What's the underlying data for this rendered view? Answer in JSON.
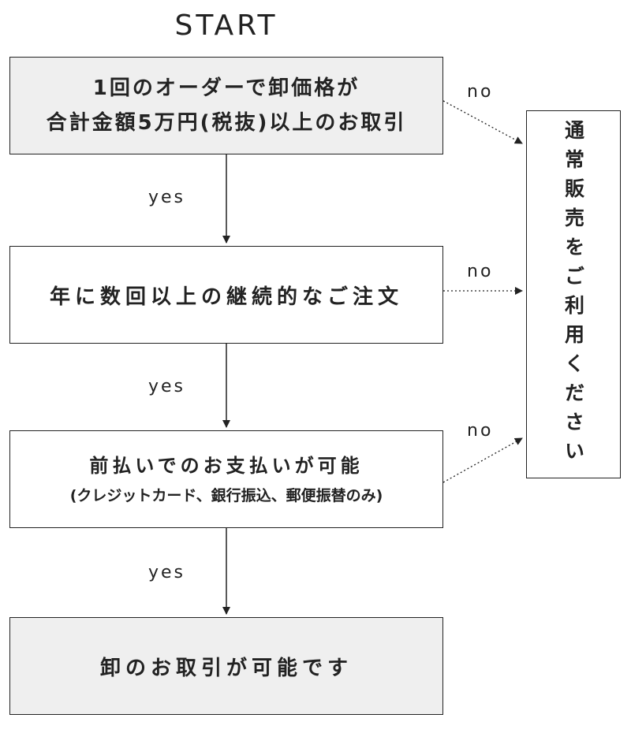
{
  "start_label": "START",
  "nodes": {
    "condition_1": {
      "lines": [
        "1回のオーダーで卸価格が",
        "合計金額5万円(税抜)以上のお取引"
      ]
    },
    "condition_2": {
      "text": "年に数回以上の継続的なご注文"
    },
    "condition_3": {
      "lines": [
        "前払いでのお支払いが可能",
        "(クレジットカード、銀行振込、郵便振替のみ)"
      ]
    },
    "result_yes": {
      "text": "卸のお取引が可能です"
    },
    "result_no": {
      "text": "通常販売をご利用ください"
    }
  },
  "edge_labels": {
    "yes_1": "yes",
    "yes_2": "yes",
    "yes_3": "yes",
    "no_1": "no",
    "no_2": "no",
    "no_3": "no"
  },
  "colors": {
    "line": "#222222",
    "shaded_fill": "#efefef",
    "plain_fill": "#ffffff"
  }
}
